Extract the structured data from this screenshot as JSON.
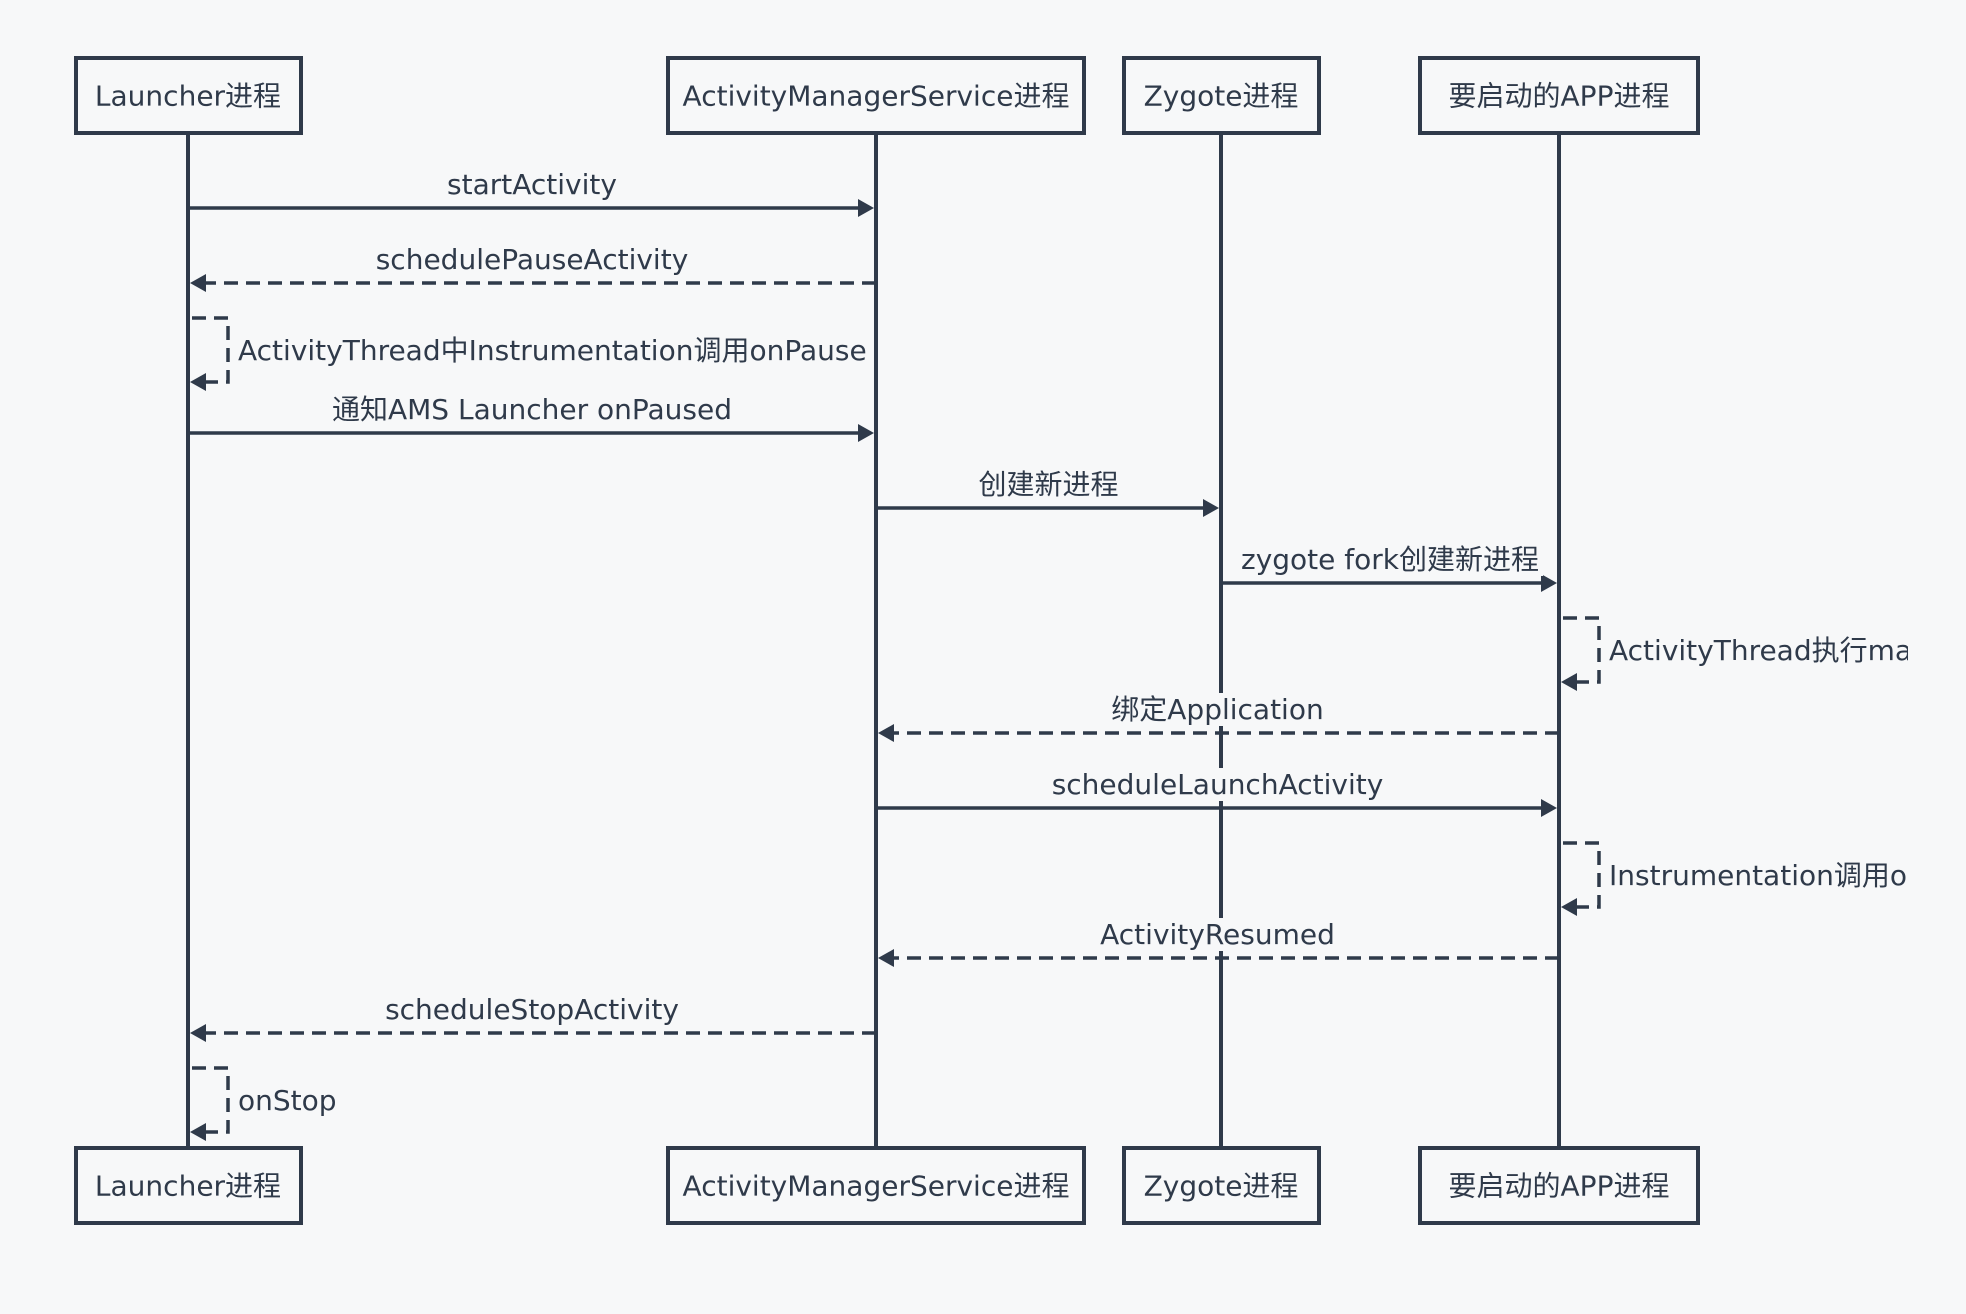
{
  "participants": [
    {
      "label": "Launcher进程"
    },
    {
      "label": "ActivityManagerService进程"
    },
    {
      "label": "Zygote进程"
    },
    {
      "label": "要启动的APP进程"
    }
  ],
  "messages": [
    {
      "from": 0,
      "to": 1,
      "label": "startActivity",
      "style": "solid"
    },
    {
      "from": 1,
      "to": 0,
      "label": "schedulePauseActivity",
      "style": "dashed"
    },
    {
      "from": 0,
      "to": 0,
      "label": "ActivityThread中Instrumentation调用onPause",
      "style": "dashed"
    },
    {
      "from": 0,
      "to": 1,
      "label": "通知AMS Launcher onPaused",
      "style": "solid"
    },
    {
      "from": 1,
      "to": 2,
      "label": "创建新进程",
      "style": "solid"
    },
    {
      "from": 2,
      "to": 3,
      "label": "zygote fork创建新进程",
      "style": "solid"
    },
    {
      "from": 3,
      "to": 3,
      "label": "ActivityThread执行mai",
      "style": "dashed"
    },
    {
      "from": 3,
      "to": 1,
      "label": "绑定Application",
      "style": "dashed"
    },
    {
      "from": 1,
      "to": 3,
      "label": "scheduleLaunchActivity",
      "style": "solid"
    },
    {
      "from": 3,
      "to": 3,
      "label": "Instrumentation调用or",
      "style": "dashed"
    },
    {
      "from": 3,
      "to": 1,
      "label": "ActivityResumed",
      "style": "dashed"
    },
    {
      "from": 1,
      "to": 0,
      "label": "scheduleStopActivity",
      "style": "dashed"
    },
    {
      "from": 0,
      "to": 0,
      "label": "onStop",
      "style": "dashed"
    }
  ],
  "colors": {
    "line": "#2f3a4a",
    "background": "#f7f8f9"
  }
}
